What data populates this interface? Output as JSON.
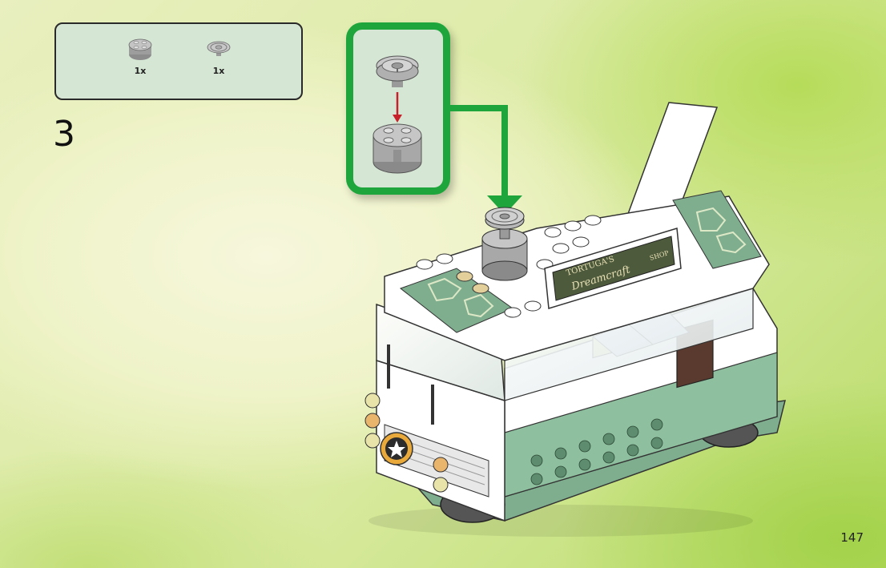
{
  "parts_list": [
    {
      "icon": "round-brick-2x2-icon",
      "qty": "1x"
    },
    {
      "icon": "round-plate-steering-wheel-icon",
      "qty": "1x"
    }
  ],
  "step": {
    "number": "3"
  },
  "page": {
    "number": "147"
  },
  "sign": {
    "line1": "TORTUGA'S",
    "line2": "Dreamcraft",
    "line3": "SHOP"
  },
  "colors": {
    "callout_border": "#1ea53b",
    "panel_bg": "#d6e6d4",
    "accent_red": "#c8202a"
  }
}
